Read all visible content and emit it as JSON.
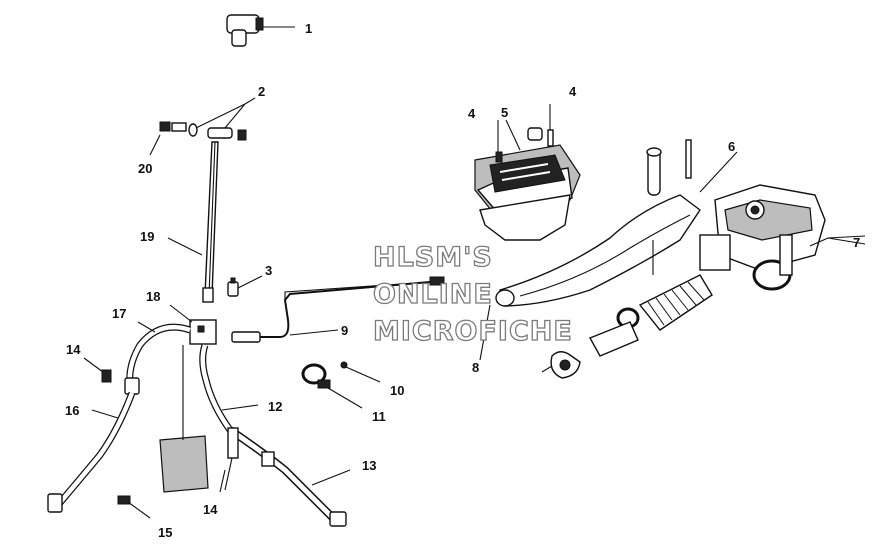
{
  "diagram": {
    "watermark": [
      "HLSM'S",
      "ONLINE",
      "MICROFICHE"
    ],
    "callouts": [
      "1",
      "2",
      "3",
      "4",
      "4",
      "5",
      "6",
      "7",
      "8",
      "9",
      "10",
      "11",
      "12",
      "13",
      "14",
      "14",
      "15",
      "16",
      "17",
      "18",
      "19",
      "20"
    ]
  }
}
